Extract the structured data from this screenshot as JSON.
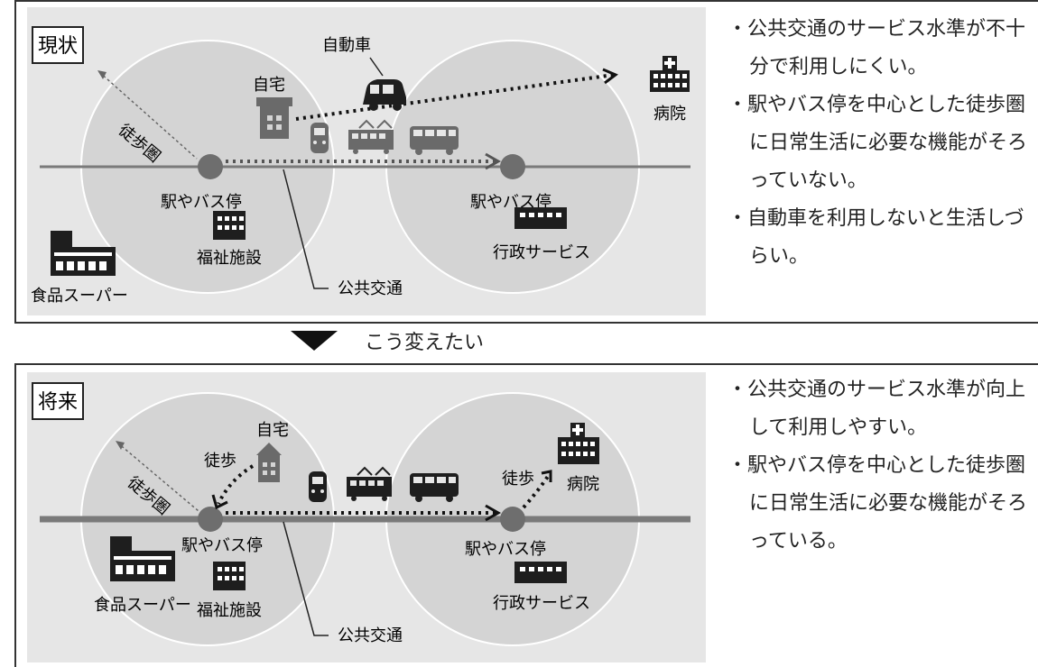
{
  "current": {
    "title": "現状",
    "labels": {
      "car": "自動車",
      "home": "自宅",
      "hospital": "病院",
      "walk_zone": "徒歩圏",
      "station_left": "駅やバス停",
      "station_right": "駅やバス停",
      "welfare": "福祉施設",
      "admin": "行政サービス",
      "supermarket": "食品スーパー",
      "transit": "公共交通"
    },
    "bullets": [
      "・公共交通のサービス水準が不十分で利用しにくい。",
      "・駅やバス停を中心とした徒歩圏に日常生活に必要な機能がそろっていない。",
      "・自動車を利用しないと生活しづらい。"
    ]
  },
  "transition": {
    "label": "こう変えたい"
  },
  "future": {
    "title": "将来",
    "labels": {
      "home": "自宅",
      "walk_left": "徒歩",
      "walk_right": "徒歩",
      "hospital": "病院",
      "walk_zone": "徒歩圏",
      "station_left": "駅やバス停",
      "station_right": "駅やバス停",
      "welfare": "福祉施設",
      "admin": "行政サービス",
      "supermarket": "食品スーパー",
      "transit": "公共交通"
    },
    "bullets": [
      "・公共交通のサービス水準が向上して利用しやすい。",
      "・駅やバス停を中心とした徒歩圏に日常生活に必要な機能がそろっている。"
    ]
  },
  "colors": {
    "panel_bg": "#e6e6e6",
    "circle_fill": "#d4d4d4",
    "rail": "#7a7a7a",
    "station_dot": "#6e6e6e",
    "icon_dark": "#1e1e1e",
    "icon_mid": "#6a6a6a"
  }
}
